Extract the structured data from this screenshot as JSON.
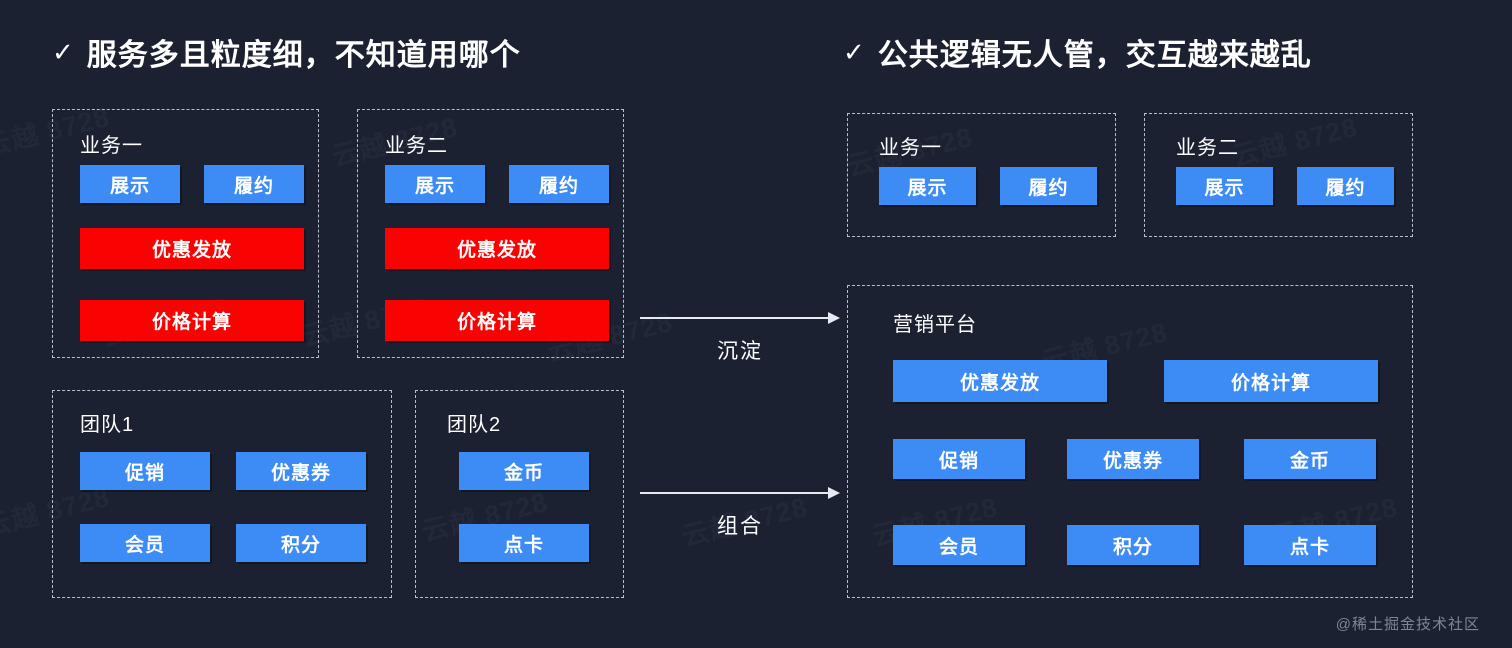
{
  "background_color": "#1b2130",
  "accent_blue": "#3d8bf5",
  "accent_red": "#fa0202",
  "headings": {
    "left": {
      "check": "✓",
      "text": "服务多且粒度细，不知道用哪个"
    },
    "right": {
      "check": "✓",
      "text": "公共逻辑无人管，交互越来越乱"
    }
  },
  "left_panel": {
    "business_cards": [
      {
        "title": "业务一",
        "blue_chips": [
          "展示",
          "履约"
        ],
        "red_chips": [
          "优惠发放",
          "价格计算"
        ]
      },
      {
        "title": "业务二",
        "blue_chips": [
          "展示",
          "履约"
        ],
        "red_chips": [
          "优惠发放",
          "价格计算"
        ]
      }
    ],
    "team_cards": [
      {
        "title": "团队1",
        "chips": [
          "促销",
          "优惠券",
          "会员",
          "积分"
        ]
      },
      {
        "title": "团队2",
        "chips": [
          "金币",
          "点卡"
        ]
      }
    ]
  },
  "arrows": [
    {
      "label": "沉淀"
    },
    {
      "label": "组合"
    }
  ],
  "right_panel": {
    "business_cards": [
      {
        "title": "业务一",
        "chips": [
          "展示",
          "履约"
        ]
      },
      {
        "title": "业务二",
        "chips": [
          "展示",
          "履约"
        ]
      }
    ],
    "platform": {
      "title": "营销平台",
      "row1": [
        "优惠发放",
        "价格计算"
      ],
      "row2": [
        "促销",
        "优惠券",
        "金币"
      ],
      "row3": [
        "会员",
        "积分",
        "点卡"
      ]
    }
  },
  "footer": {
    "watermark": "@稀土掘金技术社区"
  },
  "background_watermark": {
    "text": "云越 8728"
  }
}
